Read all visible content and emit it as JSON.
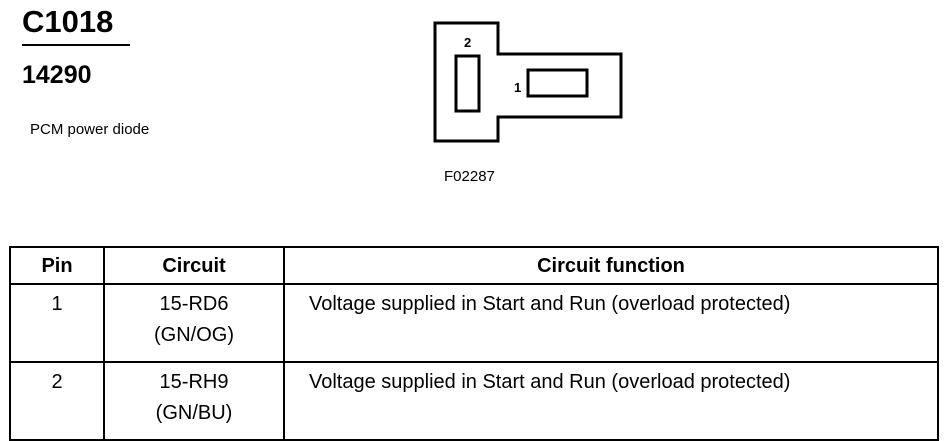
{
  "header": {
    "connector_id": "C1018",
    "part_number": "14290",
    "description": "PCM power diode"
  },
  "diagram": {
    "pin_labels": [
      "1",
      "2"
    ],
    "figure_code": "F02287"
  },
  "table": {
    "columns": [
      "Pin",
      "Circuit",
      "Circuit function"
    ],
    "rows": [
      {
        "pin": "1",
        "circuit_line1": "15-RD6",
        "circuit_line2": "(GN/OG)",
        "function": "Voltage supplied in Start and Run (overload protected)"
      },
      {
        "pin": "2",
        "circuit_line1": "15-RH9",
        "circuit_line2": "(GN/BU)",
        "function": "Voltage supplied in Start and Run (overload protected)"
      }
    ]
  }
}
